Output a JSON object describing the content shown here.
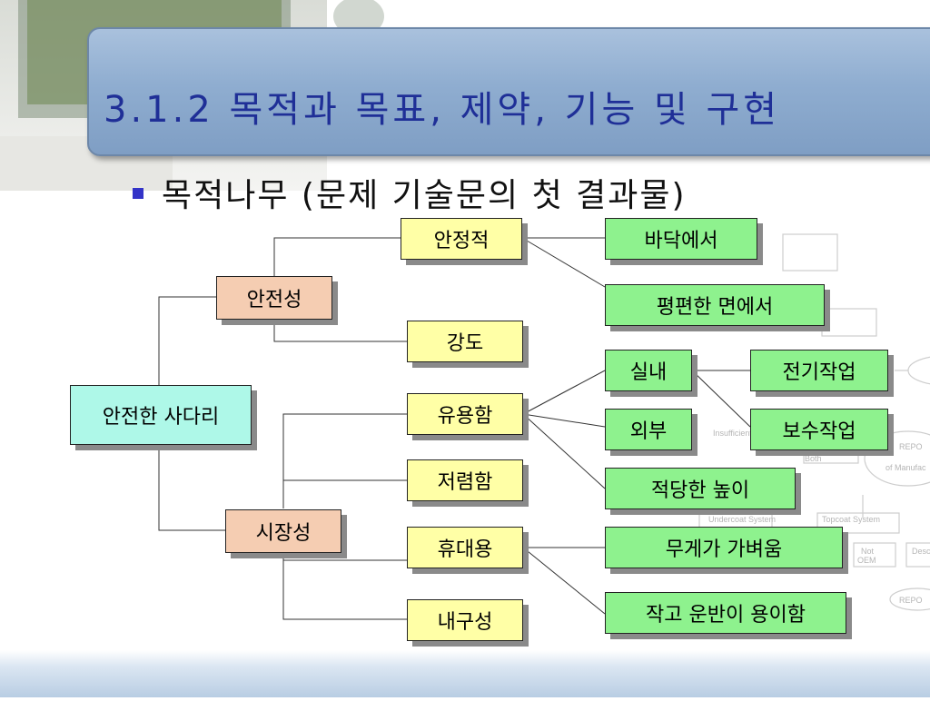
{
  "slide": {
    "title": "3.1.2 목적과 목표, 제약, 기능 및 구현",
    "subtitle": "목적나무 (문제 기술문의 첫 결과물)"
  },
  "tree": {
    "root": "안전한 사다리",
    "safety": "안전성",
    "marketability": "시장성",
    "stable": "안정적",
    "strength": "강도",
    "useful": "유용함",
    "cheap": "저렴함",
    "portable": "휴대용",
    "durable": "내구성",
    "on_floor": "바닥에서",
    "on_flat": "평편한 면에서",
    "indoor": "실내",
    "outdoor": "외부",
    "proper_height": "적당한 높이",
    "electrical_work": "전기작업",
    "maintenance_work": "보수작업",
    "light_weight": "무게가 가벼움",
    "small_easy_carry": "작고 운반이 용이함"
  }
}
